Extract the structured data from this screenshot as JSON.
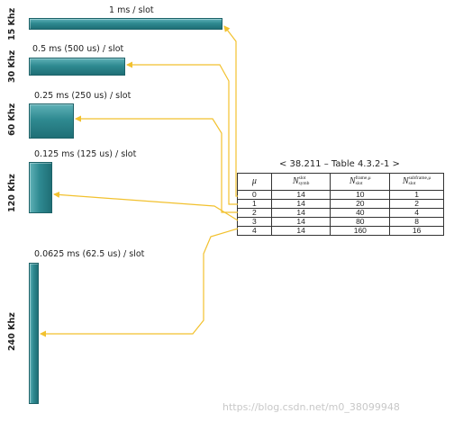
{
  "rows": [
    {
      "freq": "15 Khz",
      "slot": "1 ms / slot"
    },
    {
      "freq": "30 Khz",
      "slot": "0.5 ms (500 us) / slot"
    },
    {
      "freq": "60 Khz",
      "slot": "0.25 ms (250 us) / slot"
    },
    {
      "freq": "120 Khz",
      "slot": "0.125 ms (125 us) / slot"
    },
    {
      "freq": "240 Khz",
      "slot": "0.0625 ms (62.5 us) / slot"
    }
  ],
  "table": {
    "title": "< 38.211 – Table 4.3.2-1 >",
    "headers": {
      "mu": "μ",
      "col1": {
        "base": "N",
        "sup": "slot",
        "sub": "symb"
      },
      "col2": {
        "base": "N",
        "sup": "frame,μ",
        "sub": "slot"
      },
      "col3": {
        "base": "N",
        "sup": "subframe,μ",
        "sub": "slot"
      }
    },
    "rows": [
      [
        "0",
        "14",
        "10",
        "1"
      ],
      [
        "1",
        "14",
        "20",
        "2"
      ],
      [
        "2",
        "14",
        "40",
        "4"
      ],
      [
        "3",
        "14",
        "80",
        "8"
      ],
      [
        "4",
        "14",
        "160",
        "16"
      ]
    ]
  },
  "watermark": "https://blog.csdn.net/m0_38099948",
  "colors": {
    "bar": "#2f8a91",
    "arrow": "#f2c12e"
  }
}
